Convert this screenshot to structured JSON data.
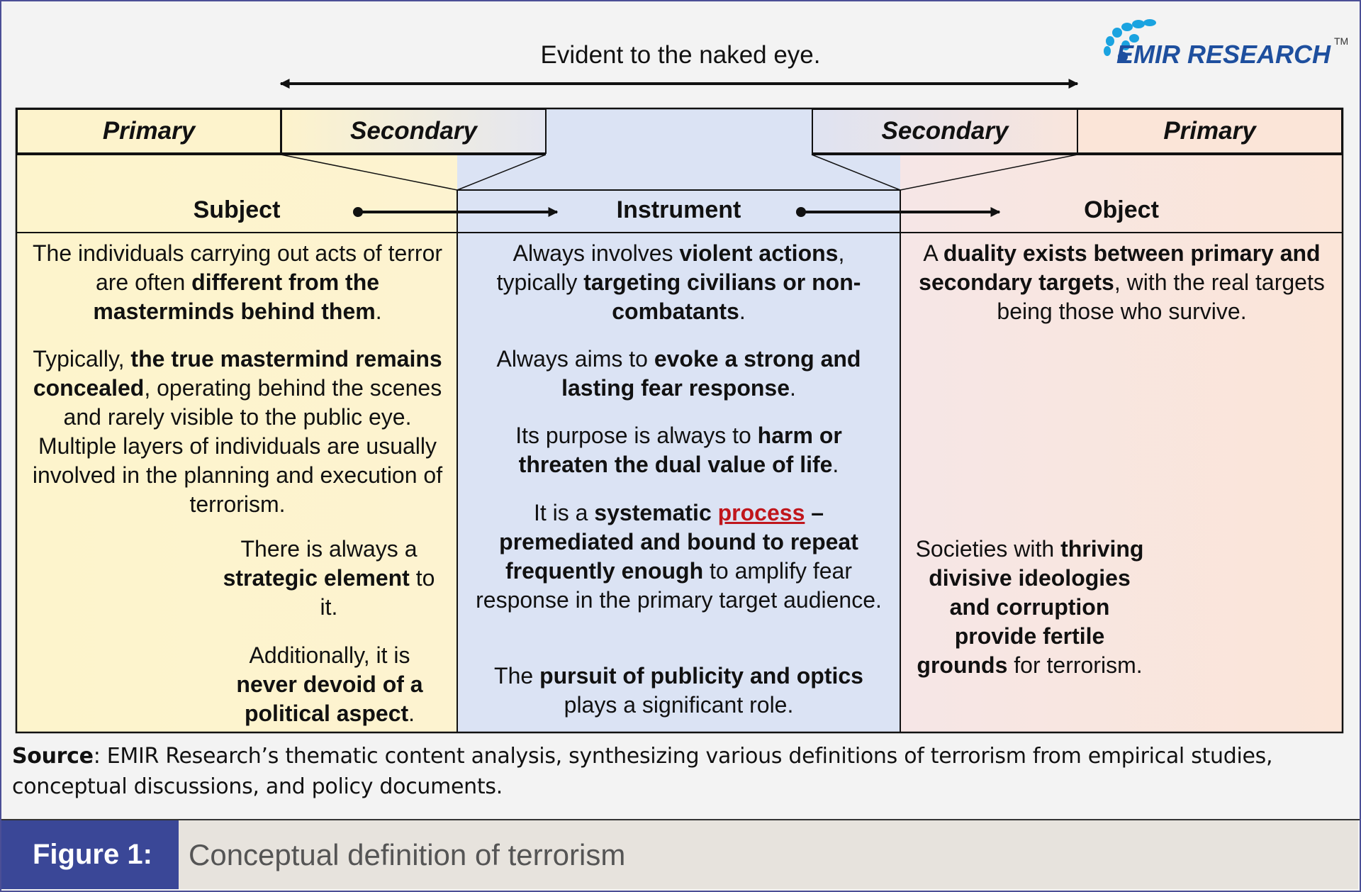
{
  "top_caption": "Evident to the naked eye.",
  "logo": {
    "text": "EMIR RESEARCH",
    "tm": "TM"
  },
  "headers": {
    "left_primary": "Primary",
    "left_secondary": "Secondary",
    "right_secondary": "Secondary",
    "right_primary": "Primary"
  },
  "columns": {
    "subject": {
      "title": "Subject",
      "p1": {
        "a": "The individuals carrying out acts of terror are often ",
        "b": "different from the masterminds behind them",
        "c": "."
      },
      "p2": {
        "a": "Typically, ",
        "b": "the true mastermind remains concealed",
        "c": ", operating behind the scenes and rarely visible to the public eye. Multiple layers of individuals are usually involved in the planning and execution of terrorism."
      },
      "p3": {
        "a": "There is always a ",
        "b": "strategic element",
        "c": " to it."
      },
      "p4": {
        "a": "Additionally, it is ",
        "b": "never devoid of a political aspect",
        "c": "."
      }
    },
    "instrument": {
      "title": "Instrument",
      "p1": {
        "a": "Always involves ",
        "b": "violent actions",
        "c": ", typically ",
        "d": "targeting civilians or non-combatants",
        "e": "."
      },
      "p2": {
        "a": "Always aims to ",
        "b": "evoke a strong and lasting fear response",
        "c": "."
      },
      "p3": {
        "a": "Its purpose is always to ",
        "b": "harm or threaten the dual value of life",
        "c": "."
      },
      "p4": {
        "a": "It is a ",
        "b": "systematic ",
        "link": "process",
        "c": " – premediated and bound to repeat frequently enough",
        "d": " to amplify fear response in the primary target audience."
      },
      "p5": {
        "a": "The ",
        "b": "pursuit of publicity and optics",
        "c": " plays a significant role."
      }
    },
    "object": {
      "title": "Object",
      "p1": {
        "a": "A ",
        "b": "duality exists between primary and secondary targets",
        "c": ", with the real targets being those who survive."
      },
      "p2": {
        "a": "Societies with ",
        "b": "thriving divisive ideologies and corruption provide fertile grounds",
        "c": " for terrorism."
      }
    }
  },
  "source": {
    "label": "Source",
    "text": ": EMIR Research’s thematic content analysis, synthesizing various definitions of terrorism from empirical studies, conceptual discussions, and policy documents."
  },
  "footer": {
    "figure_label": "Figure 1:",
    "title": "Conceptual definition of terrorism"
  }
}
